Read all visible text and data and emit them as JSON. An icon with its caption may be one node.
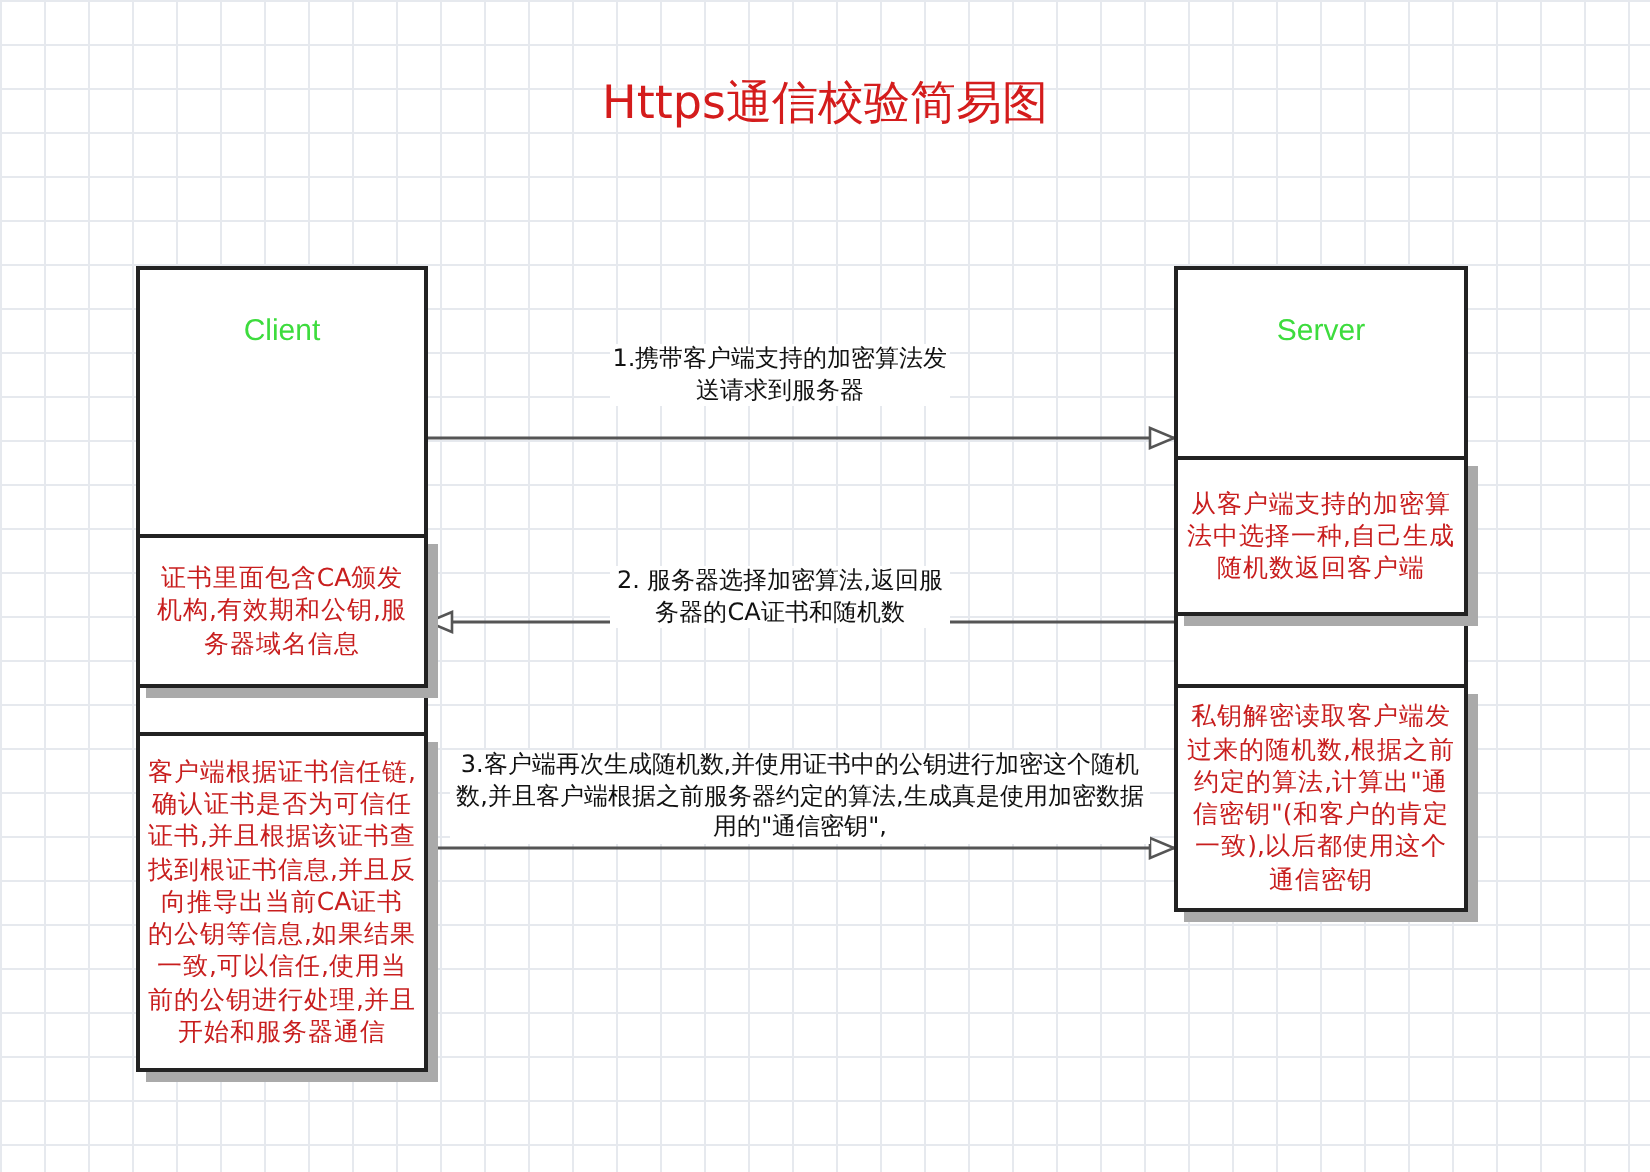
{
  "diagram": {
    "title": "Https通信校验简易图",
    "nodes": [
      {
        "text": [
          "Client"
        ]
      },
      {
        "text": [
          "证书里面包含CA颁发机构,有效期和公钥,服务器域名信息"
        ],
        "in": 0
      },
      {
        "text": [
          "客户端根据证书信任链,确认证书是否为可信任证书,并且根据该证书查找到根证书信息,并且反向推导出当前CA证书的公钥等信息,如果结果一致,可以信任,使用当前的公钥进行处理,并且开始和服务器通信"
        ],
        "in": 0
      },
      {
        "text": [
          "Server"
        ]
      },
      {
        "text": [
          "从客户端支持的加密算法中选择一种,自己生成随机数返回客户端"
        ],
        "in": 3
      },
      {
        "text": [
          "私钥解密读取客户端发过来的随机数,根据之前约定的算法,计算出\"通信密钥\"(和客户的肯定一致),以后都使用这个通信密钥"
        ],
        "in": 3
      }
    ],
    "edges": [
      {
        "from": 0,
        "to": 3,
        "arrow": "to",
        "label": "1.携带客户端支持的加密算法发送请求到服务器"
      },
      {
        "from": 4,
        "to": 1,
        "arrow": "to",
        "label": "2. 服务器选择加密算法,返回服务器的CA证书和随机数"
      },
      {
        "from": 2,
        "to": 5,
        "arrow": "to",
        "label": "3.客户端再次生成随机数,并使用证书中的公钥进行加密这个随机数,并且客户端根据之前服务器约定的算法,生成真是使用加密数据用的\"通信密钥\","
      }
    ]
  }
}
